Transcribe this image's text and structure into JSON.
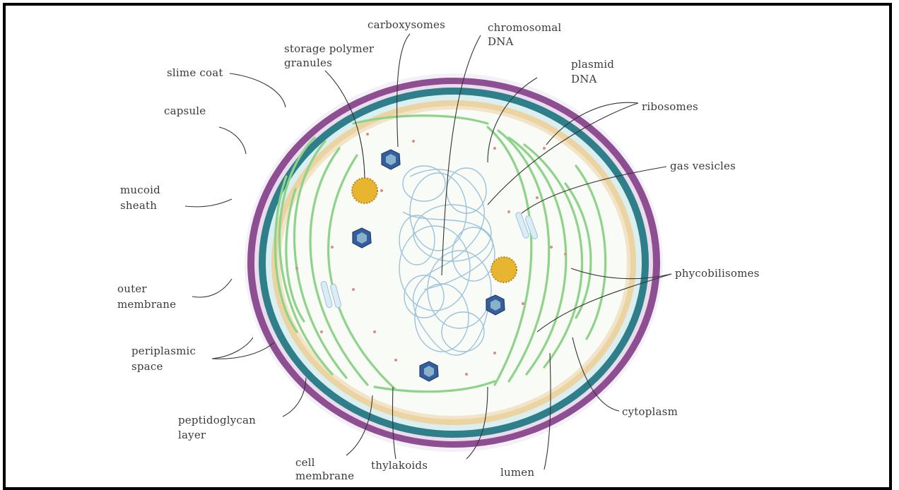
{
  "labels": {
    "carboxysomes": "carboxysomes",
    "chromosomal_dna": [
      "chromosomal",
      "DNA"
    ],
    "storage_polymer_granules": [
      "storage polymer",
      "granules"
    ],
    "plasmid_dna": [
      "plasmid",
      "DNA"
    ],
    "slime_coat": "slime coat",
    "ribosomes": "ribosomes",
    "capsule": "capsule",
    "gas_vesicles": "gas vesicles",
    "mucoid_sheath": [
      "mucoid",
      "sheath"
    ],
    "phycobilisomes": "phycobilisomes",
    "outer_membrane": [
      "outer",
      "membrane"
    ],
    "periplasmic_space": [
      "periplasmic",
      "space"
    ],
    "peptidoglycan_layer": [
      "peptidoglycan",
      "layer"
    ],
    "cytoplasm": "cytoplasm",
    "cell_membrane": [
      "cell",
      "membrane"
    ],
    "thylakoids": "thylakoids",
    "lumen": "lumen"
  },
  "colors": {
    "slime_coat": "#e9e6f1",
    "capsule": "#8e4f92",
    "mucoid_sheath": "#d9c3dc",
    "outer_membrane": "#2e7f8a",
    "periplasmic_space": "#dbeef0",
    "peptidoglycan_layer": "#e8c98e",
    "cytoplasm": "#f7faf6",
    "thylakoids": "#8fd38b",
    "carboxysome": "#355f9c",
    "granule": "#e7b52f",
    "dna": "#9cc2dc"
  }
}
